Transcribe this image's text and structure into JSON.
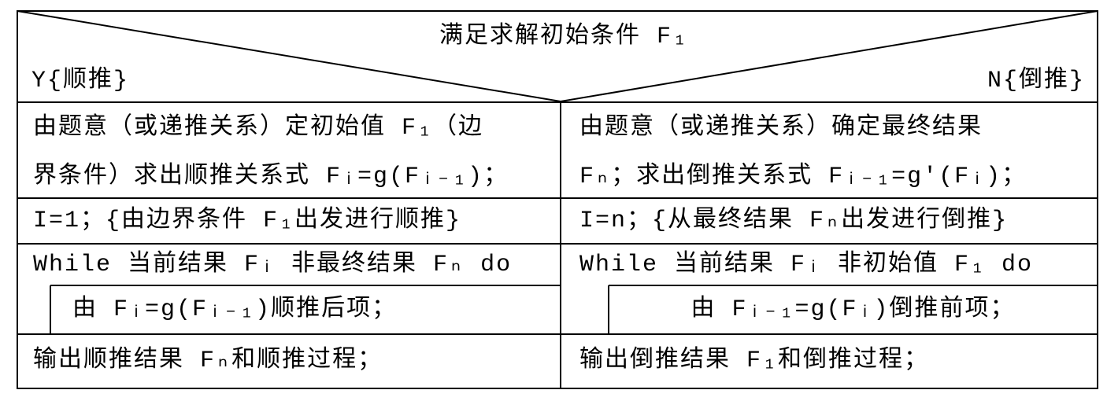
{
  "header": {
    "condition": "满足求解初始条件 F₁",
    "yes_label": "Y{顺推}",
    "no_label": "N{倒推}"
  },
  "forward": {
    "init_lines": [
      "由题意（或递推关系）定初始值 F₁（边",
      "界条件）求出顺推关系式 Fᵢ=g(Fᵢ₋₁)；"
    ],
    "start": "I=1；{由边界条件 F₁出发进行顺推}",
    "loop": "While 当前结果 Fᵢ 非最终结果 Fₙ do",
    "loop_body": "由 Fᵢ=g(Fᵢ₋₁)顺推后项；",
    "output": "输出顺推结果 Fₙ和顺推过程；"
  },
  "backward": {
    "init_lines": [
      "由题意（或递推关系）确定最终结果",
      "Fₙ；求出倒推关系式 Fᵢ₋₁=g′(Fᵢ)；"
    ],
    "start": "I=n；{从最终结果 Fₙ出发进行倒推}",
    "loop": "While 当前结果 Fᵢ 非初始值 F₁ do",
    "loop_body": "由 Fᵢ₋₁=g(Fᵢ)倒推前项；",
    "output": "输出倒推结果 F₁和倒推过程；"
  }
}
